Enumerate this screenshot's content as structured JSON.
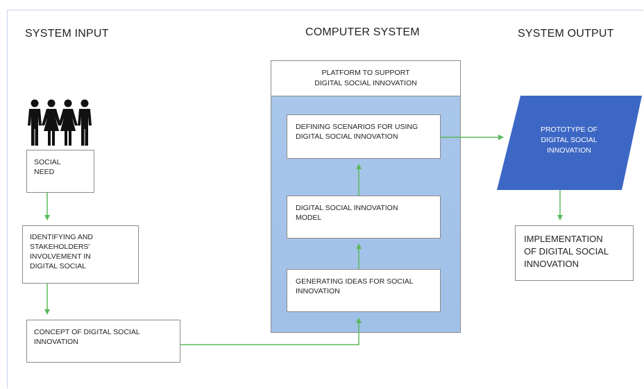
{
  "headings": {
    "input": "SYSTEM INPUT",
    "computer": "COMPUTER SYSTEM",
    "output": "SYSTEM OUTPUT"
  },
  "input_boxes": {
    "social_need": "SOCIAL\nNEED",
    "identifying": "IDENTIFYING AND\nSTAKEHOLDERS'\nINVOLVEMENT IN\nDIGITAL SOCIAL",
    "concept": "CONCEPT OF DIGITAL SOCIAL\nINNOVATION"
  },
  "platform": {
    "header": "PLATFORM TO SUPPORT\nDIGITAL SOCIAL INNOVATION",
    "defining": "DEFINING SCENARIOS FOR USING\nDIGITAL SOCIAL INNOVATION",
    "model": "DIGITAL SOCIAL INNOVATION\nMODEL",
    "generating": "GENERATING IDEAS FOR SOCIAL\nINNOVATION"
  },
  "output_boxes": {
    "prototype": "PROTOTYPE OF\nDIGITAL SOCIAL\nINNOVATION",
    "implementation": "IMPLEMENTATION\nOF DIGITAL SOCIAL\nINNOVATION"
  },
  "icons": {
    "people": "people-group-icon"
  },
  "colors": {
    "platform_fill": "#a9c6ea",
    "prototype_fill": "#3d67c4",
    "arrow": "#5cb85c",
    "border": "#8a8a8a"
  }
}
